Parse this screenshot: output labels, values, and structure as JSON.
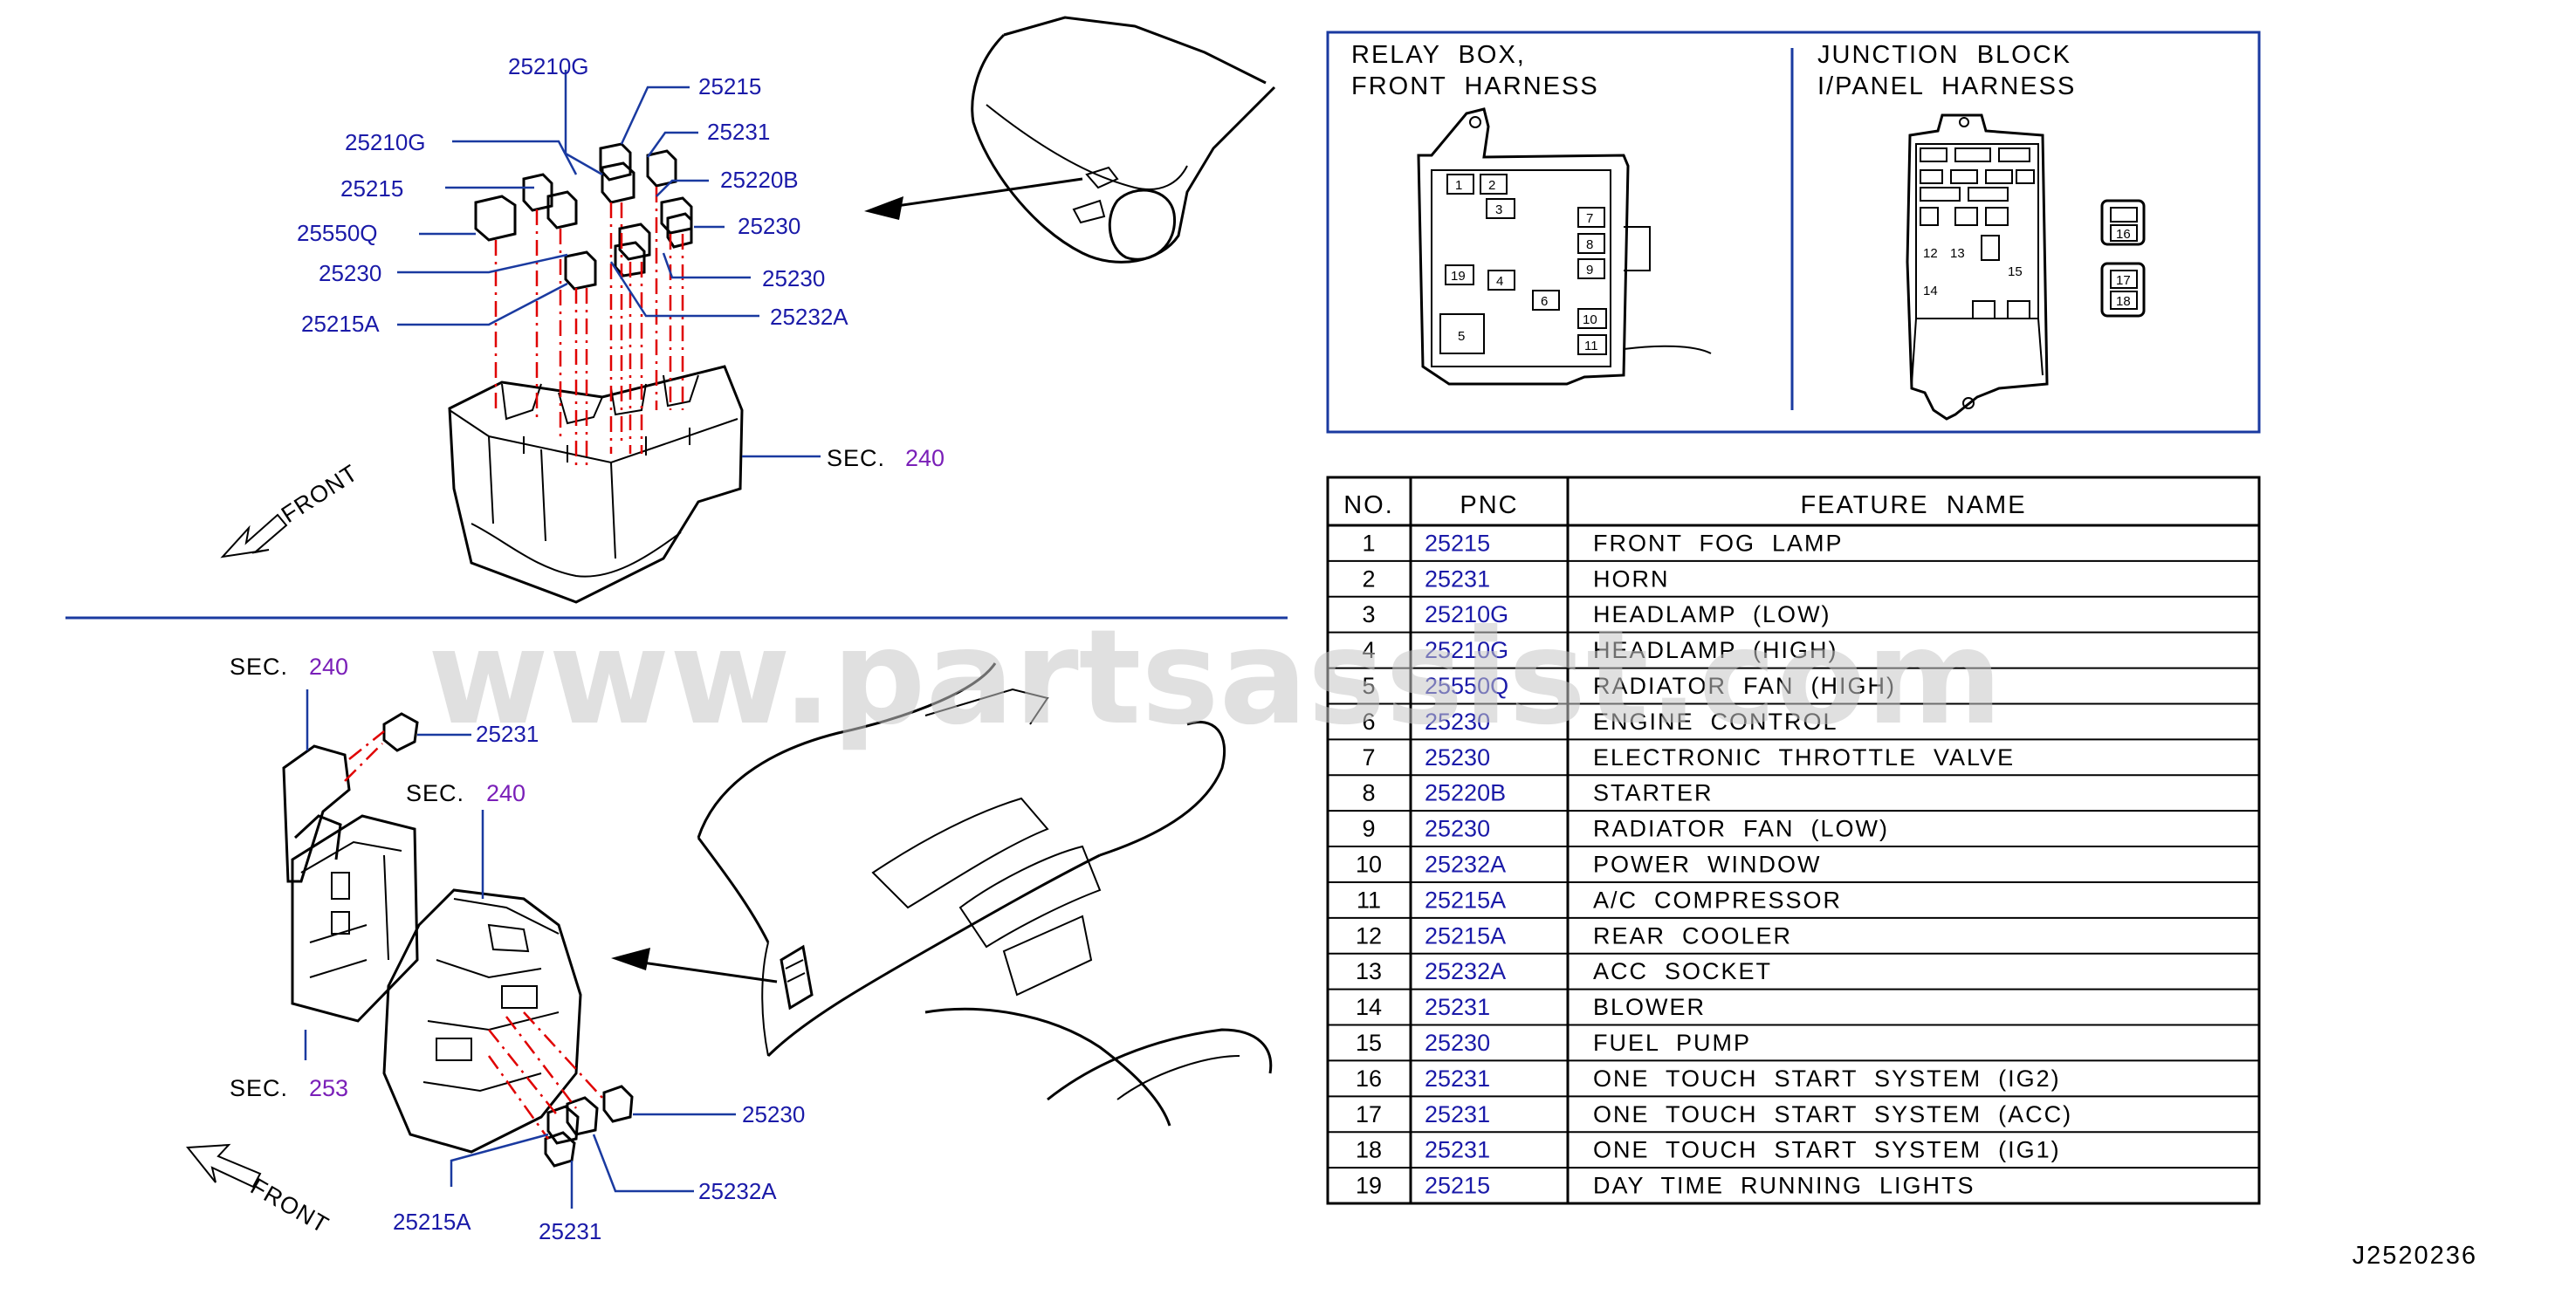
{
  "watermark": "www.partsassist.com",
  "top_view": {
    "labels": [
      {
        "id": "t1",
        "text": "25210G"
      },
      {
        "id": "t2",
        "text": "25215"
      },
      {
        "id": "t3",
        "text": "25231"
      },
      {
        "id": "t4",
        "text": "25210G"
      },
      {
        "id": "t5",
        "text": "25220B"
      },
      {
        "id": "t6",
        "text": "25215"
      },
      {
        "id": "t7",
        "text": "25230"
      },
      {
        "id": "t8",
        "text": "25550Q"
      },
      {
        "id": "t9",
        "text": "25230"
      },
      {
        "id": "t10",
        "text": "25230"
      },
      {
        "id": "t11",
        "text": "25215A"
      },
      {
        "id": "t12",
        "text": "25232A"
      }
    ],
    "sec_prefix": "SEC.",
    "sec_number": "240",
    "front_label": "FRONT"
  },
  "bottom_view": {
    "sec_a_prefix": "SEC.",
    "sec_a_number": "240",
    "sec_b_prefix": "SEC.",
    "sec_b_number": "240",
    "sec_c_prefix": "SEC.",
    "sec_c_number": "253",
    "labels": [
      {
        "id": "b1",
        "text": "25231"
      },
      {
        "id": "b2",
        "text": "25230"
      },
      {
        "id": "b3",
        "text": "25232A"
      },
      {
        "id": "b4",
        "text": "25215A"
      },
      {
        "id": "b5",
        "text": "25231"
      }
    ],
    "front_label": "FRONT"
  },
  "relay_panel": {
    "relay_box_title_1": "RELAY  BOX,",
    "relay_box_title_2": "FRONT  HARNESS",
    "junction_title_1": "JUNCTION  BLOCK",
    "junction_title_2": "I/PANEL  HARNESS",
    "relay_slots": [
      "1",
      "2",
      "3",
      "4",
      "5",
      "6",
      "7",
      "8",
      "9",
      "10",
      "11",
      "19"
    ],
    "junction_slots": [
      "12",
      "13",
      "14",
      "15",
      "16",
      "17",
      "18"
    ]
  },
  "table": {
    "headers": {
      "no": "NO.",
      "pnc": "PNC",
      "feature": "FEATURE  NAME"
    },
    "rows": [
      {
        "no": "1",
        "pnc": "25215",
        "feature": "FRONT  FOG  LAMP"
      },
      {
        "no": "2",
        "pnc": "25231",
        "feature": "HORN"
      },
      {
        "no": "3",
        "pnc": "25210G",
        "feature": "HEADLAMP  (LOW)"
      },
      {
        "no": "4",
        "pnc": "25210G",
        "feature": "HEADLAMP  (HIGH)"
      },
      {
        "no": "5",
        "pnc": "25550Q",
        "feature": "RADIATOR  FAN  (HIGH)"
      },
      {
        "no": "6",
        "pnc": "25230",
        "feature": "ENGINE  CONTROL"
      },
      {
        "no": "7",
        "pnc": "25230",
        "feature": "ELECTRONIC  THROTTLE  VALVE"
      },
      {
        "no": "8",
        "pnc": "25220B",
        "feature": "STARTER"
      },
      {
        "no": "9",
        "pnc": "25230",
        "feature": "RADIATOR  FAN  (LOW)"
      },
      {
        "no": "10",
        "pnc": "25232A",
        "feature": "POWER  WINDOW"
      },
      {
        "no": "11",
        "pnc": "25215A",
        "feature": "A/C  COMPRESSOR"
      },
      {
        "no": "12",
        "pnc": "25215A",
        "feature": "REAR  COOLER"
      },
      {
        "no": "13",
        "pnc": "25232A",
        "feature": "ACC  SOCKET"
      },
      {
        "no": "14",
        "pnc": "25231",
        "feature": "BLOWER"
      },
      {
        "no": "15",
        "pnc": "25230",
        "feature": "FUEL  PUMP"
      },
      {
        "no": "16",
        "pnc": "25231",
        "feature": "ONE  TOUCH  START  SYSTEM  (IG2)"
      },
      {
        "no": "17",
        "pnc": "25231",
        "feature": "ONE  TOUCH  START  SYSTEM  (ACC)"
      },
      {
        "no": "18",
        "pnc": "25231",
        "feature": "ONE  TOUCH  START  SYSTEM  (IG1)"
      },
      {
        "no": "19",
        "pnc": "25215",
        "feature": "DAY  TIME  RUNNING  LIGHTS"
      }
    ]
  },
  "drawing_id": "J2520236",
  "colors": {
    "leader": "#1a3aa0",
    "part_number": "#1a1aa8",
    "section_number": "#7a1fb8",
    "dash": "#e00000",
    "frame": "#1a3aa0"
  }
}
